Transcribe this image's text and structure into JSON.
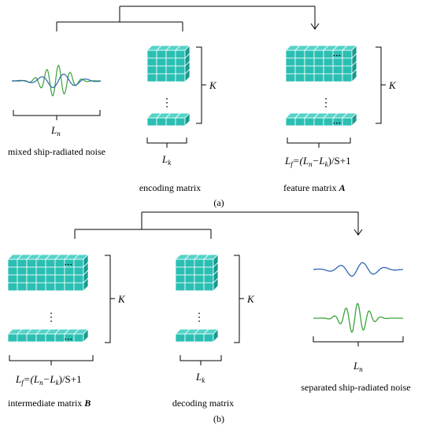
{
  "figure_a": {
    "panel_label": "(a)",
    "mixed_noise": {
      "symbol": "L",
      "subscript": "n",
      "caption": "mixed ship-radiated noise"
    },
    "encoding": {
      "k_label": "K",
      "symbol": "L",
      "subscript": "k",
      "caption": "encoding matrix",
      "dots": "..."
    },
    "feature": {
      "k_label": "K",
      "formula_pre": "L",
      "formula_sub": "f",
      "formula_post": "=(L",
      "formula_sub2": "n",
      "formula_mid": "−L",
      "formula_sub3": "k",
      "formula_end": ")/S+1",
      "caption": "feature matrix",
      "caption_sym": "A",
      "dots": "..."
    }
  },
  "figure_b": {
    "panel_label": "(b)",
    "intermediate": {
      "k_label": "K",
      "formula_pre": "L",
      "formula_sub": "f",
      "formula_post": "=(L",
      "formula_sub2": "n",
      "formula_mid": "−L",
      "formula_sub3": "k",
      "formula_end": ")/S+1",
      "caption": "intermediate matrix",
      "caption_sym": "B",
      "dots": "..."
    },
    "decoding": {
      "k_label": "K",
      "symbol": "L",
      "subscript": "k",
      "caption": "decoding matrix",
      "dots": "..."
    },
    "separated": {
      "symbol": "L",
      "subscript": "n",
      "caption": "separated ship-radiated noise"
    }
  },
  "colors": {
    "cube_front": "#2bbfb3",
    "cube_top": "#55d3c8",
    "cube_side": "#169a90",
    "wave_blue": "#2f66b3",
    "wave_green": "#3aa23a"
  }
}
